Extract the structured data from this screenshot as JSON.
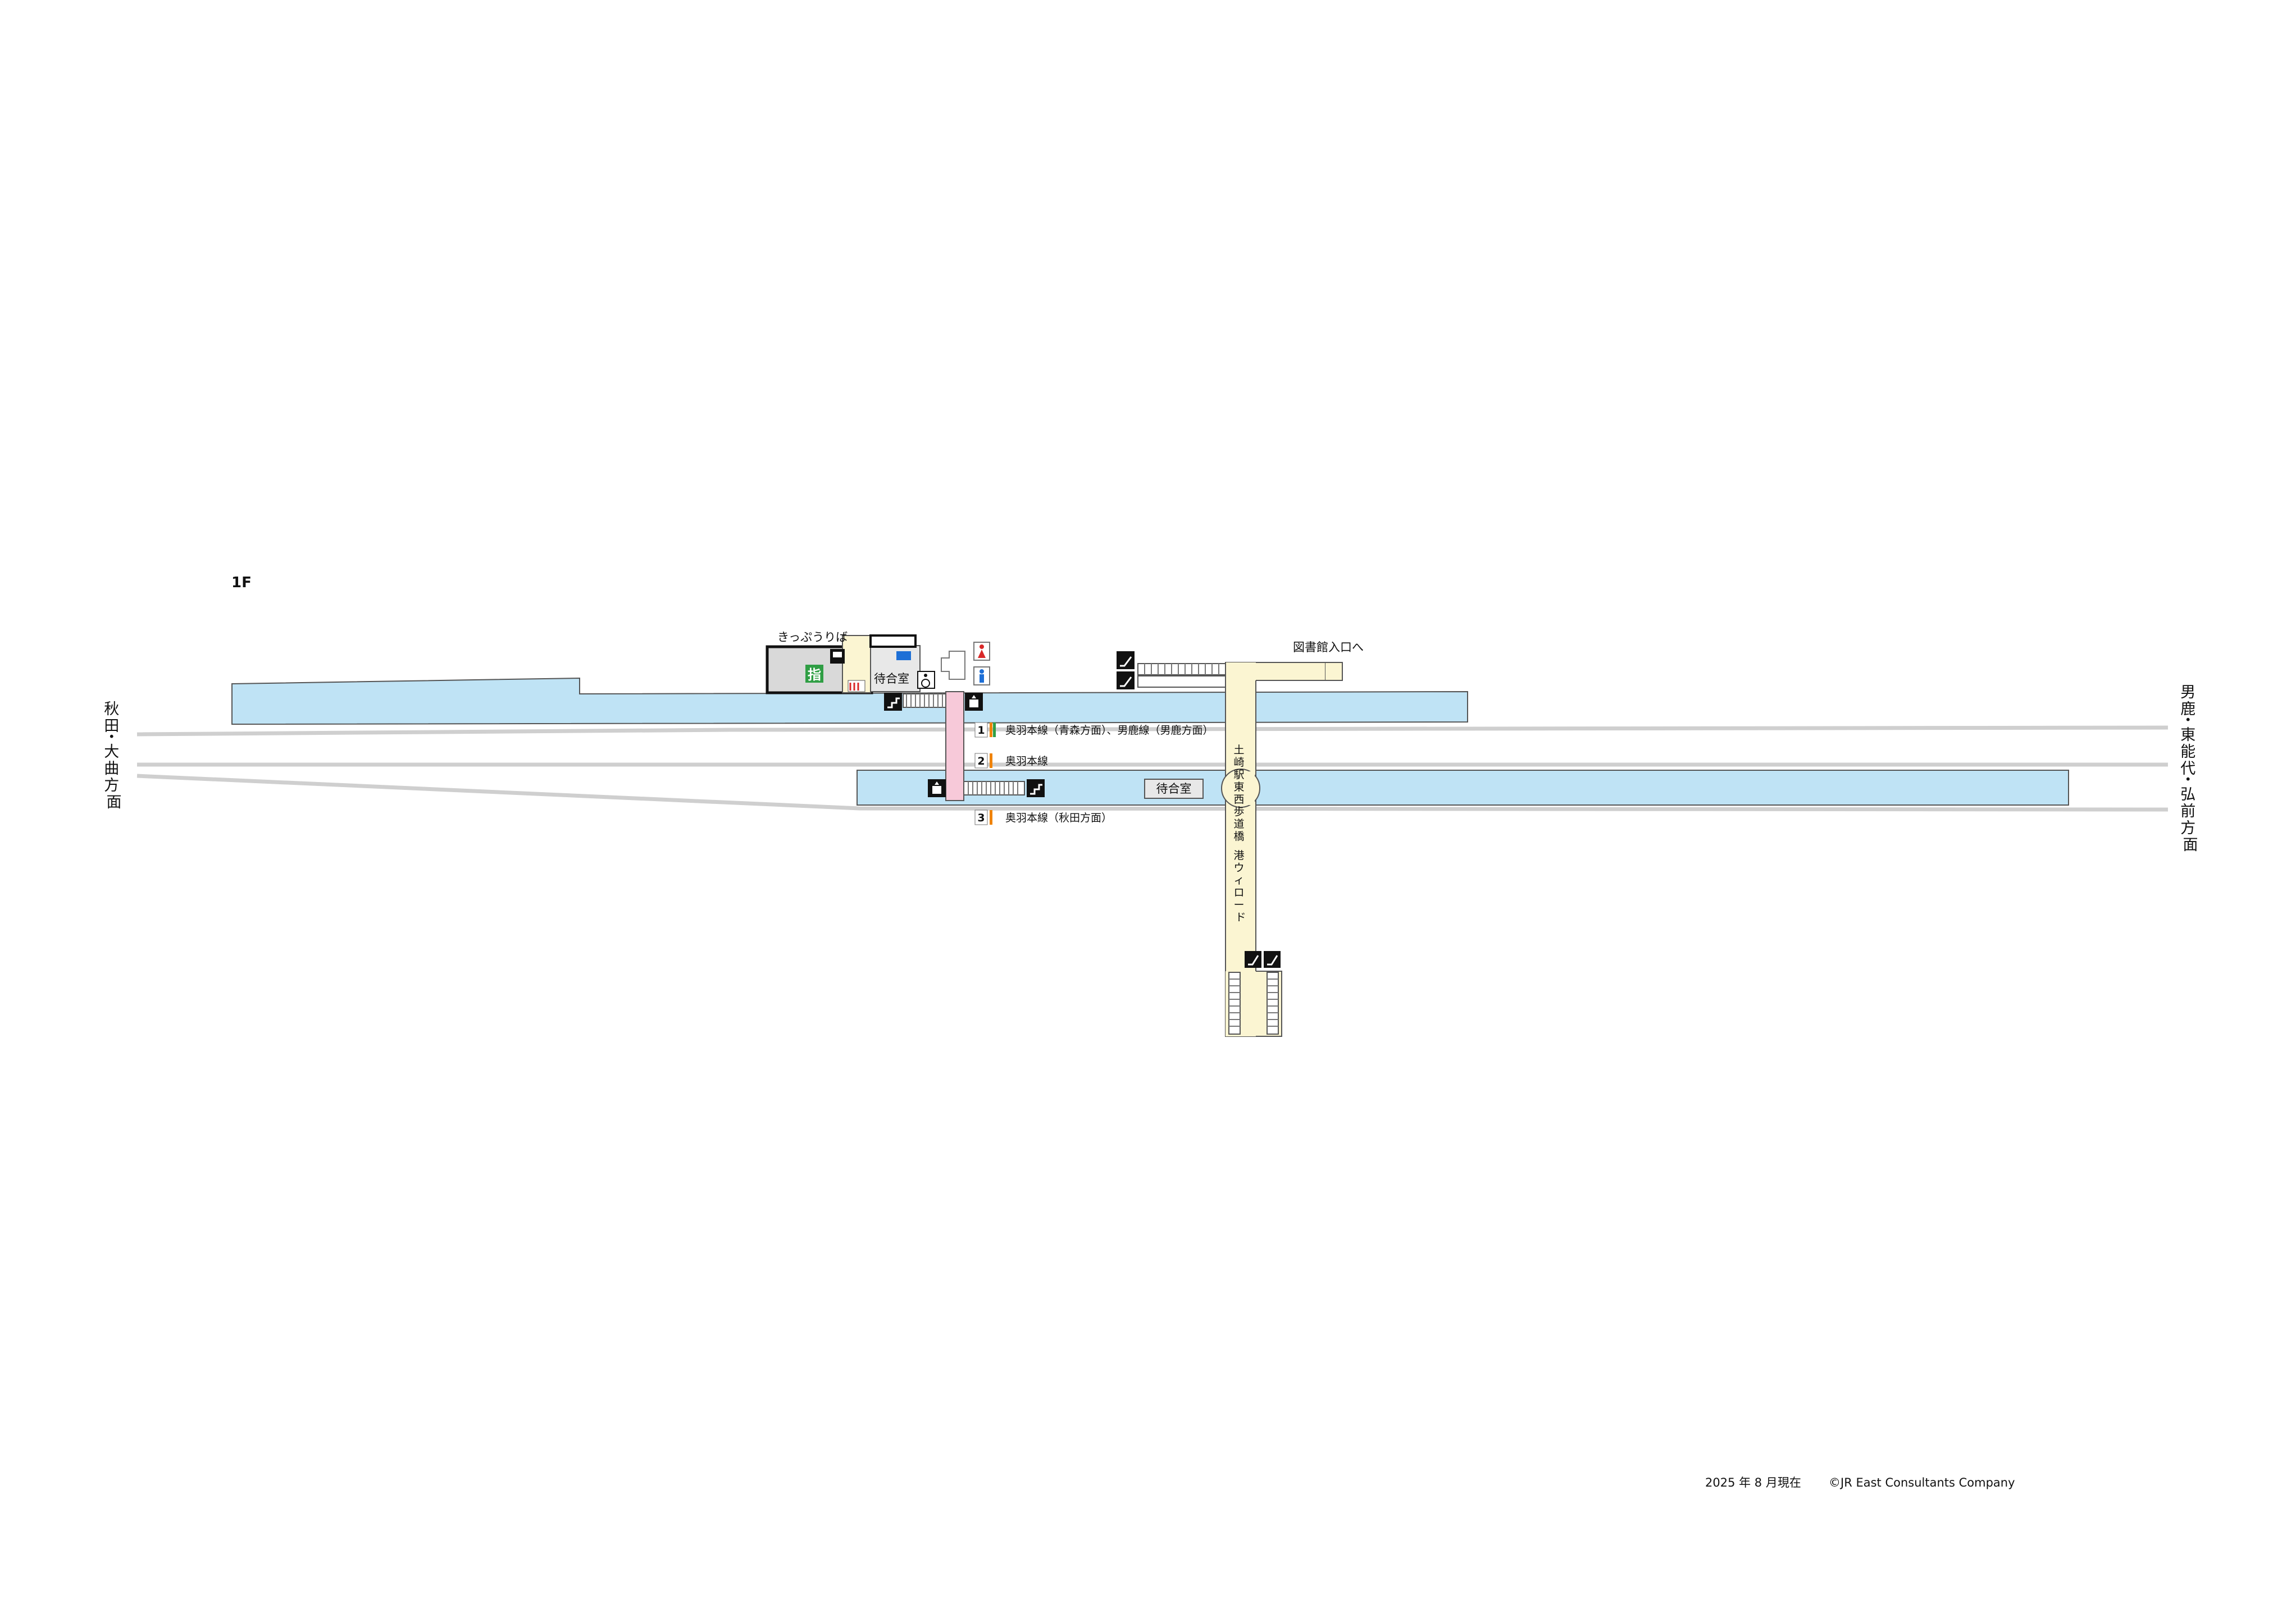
{
  "floor_label": "1F",
  "direction_left": [
    "秋",
    "田",
    "・",
    "大",
    "曲",
    "方",
    "面"
  ],
  "direction_right": [
    "男",
    "鹿",
    "・",
    "東",
    "能",
    "代",
    "・",
    "弘",
    "前",
    "方",
    "面"
  ],
  "ticket_office": "きっぷうりば",
  "reserved_seat_mark": "指",
  "waiting_room_top": "待合室",
  "waiting_room_platform": "待合室",
  "library_entrance": "図書館入口へ",
  "bridge_name": [
    "土",
    "崎",
    "駅",
    "東",
    "西",
    "歩",
    "道",
    "橋",
    " ",
    "港",
    "ウ",
    "ィ",
    "ロ",
    "ー",
    "ド"
  ],
  "tracks": [
    {
      "number": "1",
      "label": "奥羽本線（青森方面）、男鹿線（男鹿方面）",
      "line_colors": [
        "#f08300",
        "#2f9e44"
      ]
    },
    {
      "number": "2",
      "label": "奥羽本線",
      "line_colors": [
        "#f08300"
      ]
    },
    {
      "number": "3",
      "label": "奥羽本線（秋田方面）",
      "line_colors": [
        "#f08300"
      ]
    }
  ],
  "footer_date": "2025 年 8 月現在",
  "footer_copyright": "©JR East Consultants Company",
  "colors": {
    "platform": "#bfe3f5",
    "bridge": "#fbf5d2",
    "pink_passage": "#f7c9d9",
    "track": "#cfcfcf",
    "toilet_male": "#1d6fd6",
    "toilet_female": "#d82828",
    "reserved_green": "#2f9e44"
  }
}
